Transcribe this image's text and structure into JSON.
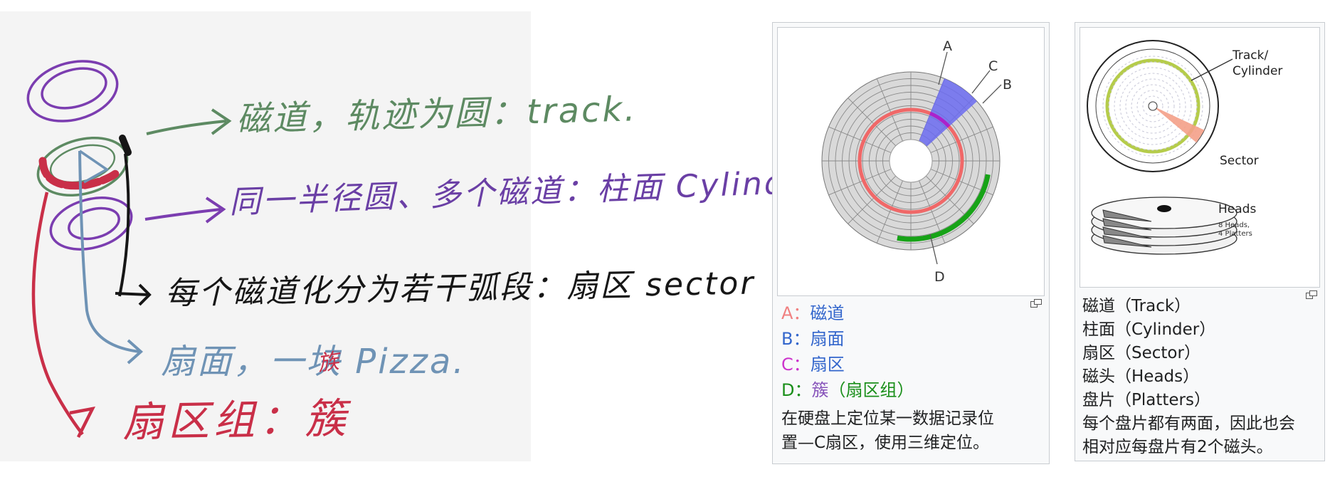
{
  "whiteboard": {
    "track_line": "磁道，轨迹为圆：track.",
    "cylinder_line": "同一半径圆、多个磁道：柱面 Cylinder",
    "sector_line": "每个磁道化分为若干弧段：扇区 sector",
    "pizza_line": "扇面，一块 Pizza.",
    "cluster_note": "族",
    "cluster_line": "扇区组：簇"
  },
  "figure_a": {
    "labels": {
      "a": "A",
      "b": "B",
      "c": "C",
      "d": "D"
    },
    "legend": [
      {
        "key": "A：",
        "key_color": "#f08080",
        "text": "磁道",
        "text_color": "#3366cc"
      },
      {
        "key": "B：",
        "key_color": "#3366cc",
        "text": "扇面",
        "text_color": "#3366cc"
      },
      {
        "key": "C：",
        "key_color": "#cc33cc",
        "text": "扇区",
        "text_color": "#3366cc"
      },
      {
        "key": "D：",
        "key_color": "#1a8f1a",
        "text": "簇",
        "text_color": "#8855bb",
        "extra": "（扇区组）",
        "extra_color": "#1a8f1a"
      }
    ],
    "caption": [
      "在硬盘上定位某一数据记录位",
      "置—C扇区，使用三维定位。"
    ],
    "enlarge_icon": "enlarge-icon"
  },
  "figure_b": {
    "labels": {
      "track_1": "Track/",
      "track_2": "Cylinder",
      "sector": "Sector",
      "heads": "Heads",
      "heads_note_1": "8 Heads,",
      "heads_note_2": "4 Platters"
    },
    "caption": [
      "磁道（Track）",
      "柱面（Cylinder）",
      "扇区（Sector）",
      "磁头（Heads）",
      "盘片（Platters）",
      "每个盘片都有两面，因此也会",
      "相对应每盘片有2个磁头。"
    ],
    "enlarge_icon": "enlarge-icon"
  },
  "colors": {
    "track_green": "#5d8a62",
    "cylinder_purple": "#6a3fa5",
    "sector_black": "#161616",
    "pizza_blue": "#6f93b5",
    "cluster_red": "#c92f48",
    "sector_fill": "#6b6bf0",
    "track_ring": "#f06868",
    "cluster_arc": "#17a317",
    "cylinder_ring": "#b5cc4a",
    "sector_wedge": "#f4a088"
  }
}
